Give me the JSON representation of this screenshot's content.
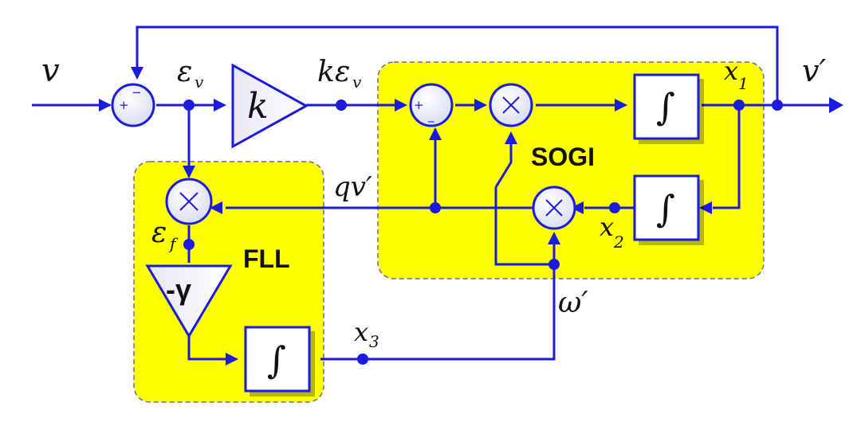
{
  "labels": {
    "input": "v",
    "error": "ε",
    "error_sub": "v",
    "gain_block": "k",
    "gain_out_k": "k",
    "gain_out_eps": "ε",
    "gain_out_sub": "v",
    "output": "v′",
    "x1": "x",
    "x1_sub": "1",
    "x2": "x",
    "x2_sub": "2",
    "x3": "x",
    "x3_sub": "3",
    "qv": "qv′",
    "freq_error": "ε",
    "freq_error_sub": "f",
    "gamma_block": "-γ",
    "omega": "ω′",
    "integrator_symbol": "∫",
    "sogi_title": "SOGI",
    "fll_title": "FLL",
    "plus": "+",
    "minus": "−",
    "minus_sub": "_",
    "times": "×"
  },
  "colors": {
    "wire": "#1a1ae0",
    "region_fill": "#ffff00"
  }
}
